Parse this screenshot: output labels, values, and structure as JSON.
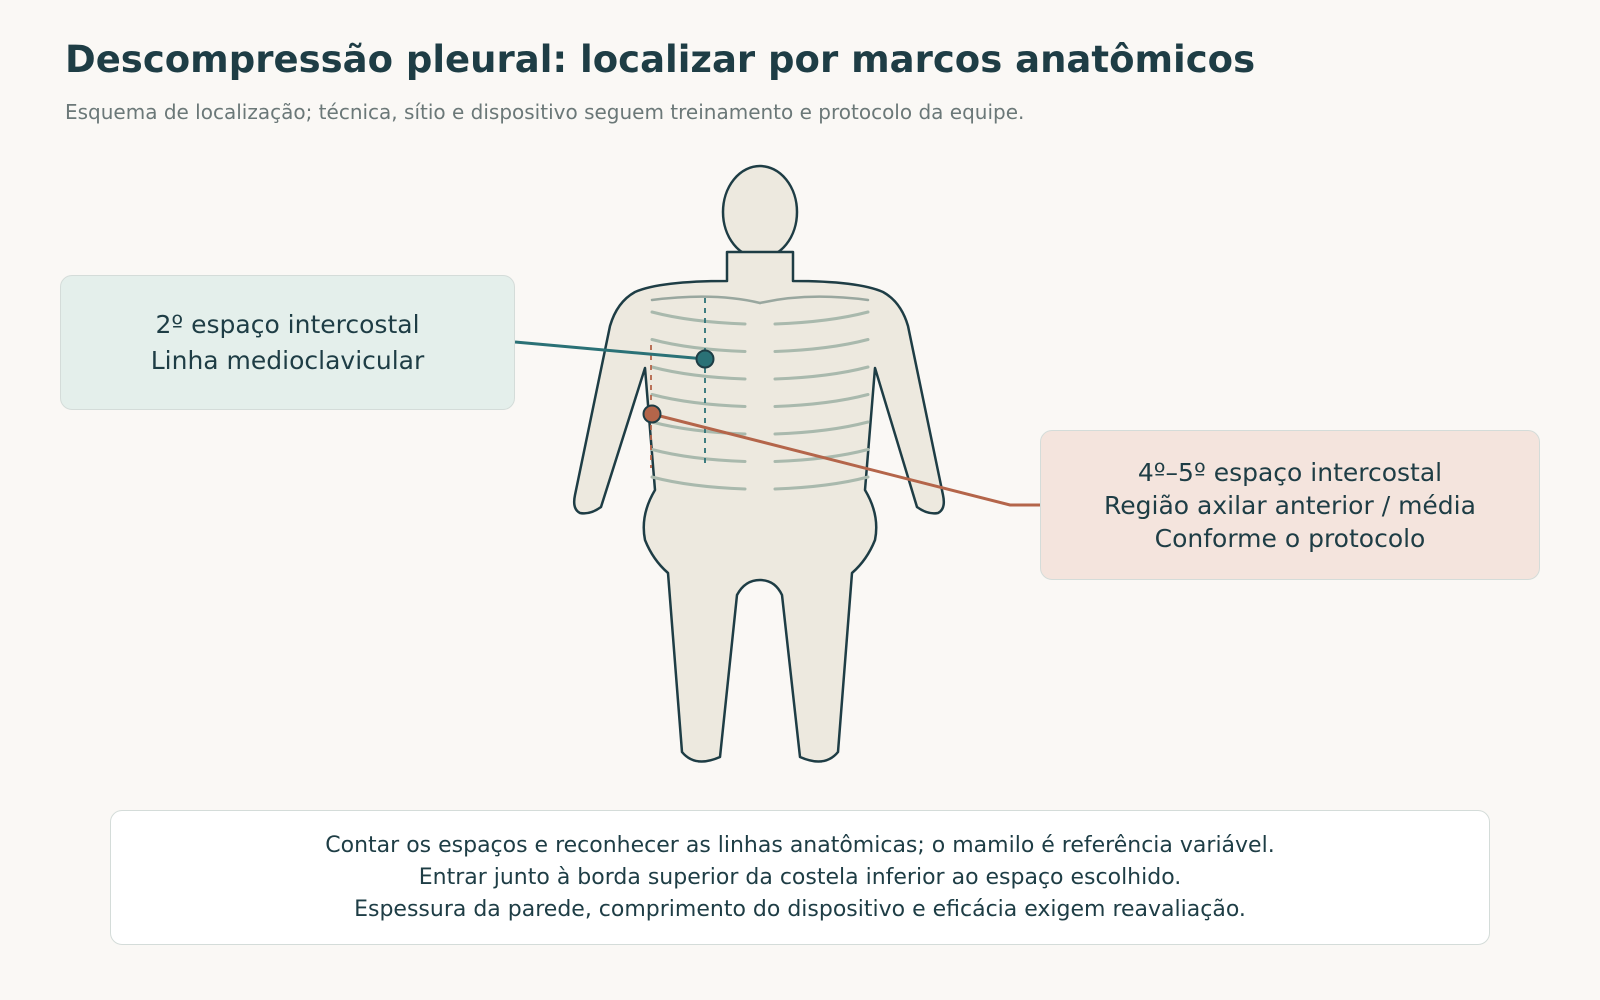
{
  "header": {
    "title": "Descompressão pleural: localizar por marcos anatômicos",
    "subtitle": "Esquema de localização; técnica, sítio e dispositivo seguem treinamento e protocolo da equipe."
  },
  "callouts": {
    "primary": {
      "lines": [
        "2º espaço intercostal",
        "Linha medioclavicular"
      ],
      "color": "#2a7176"
    },
    "alternative": {
      "lines": [
        "4º–5º espaço intercostal",
        "Região axilar anterior / média",
        "Conforme o protocolo"
      ],
      "color": "#b4654a"
    }
  },
  "note": {
    "lines": [
      "Contar os espaços e reconhecer as linhas anatômicas; o mamilo é referência variável.",
      "Entrar junto à borda superior da costela inferior ao espaço escolhido.",
      "Espessura da parede, comprimento do dispositivo e eficácia exigem reavaliação."
    ]
  },
  "colors": {
    "body_fill": "#ede9df",
    "outline": "#1e3d45",
    "ribs": "#a9b9ad",
    "background": "#faf8f5"
  }
}
